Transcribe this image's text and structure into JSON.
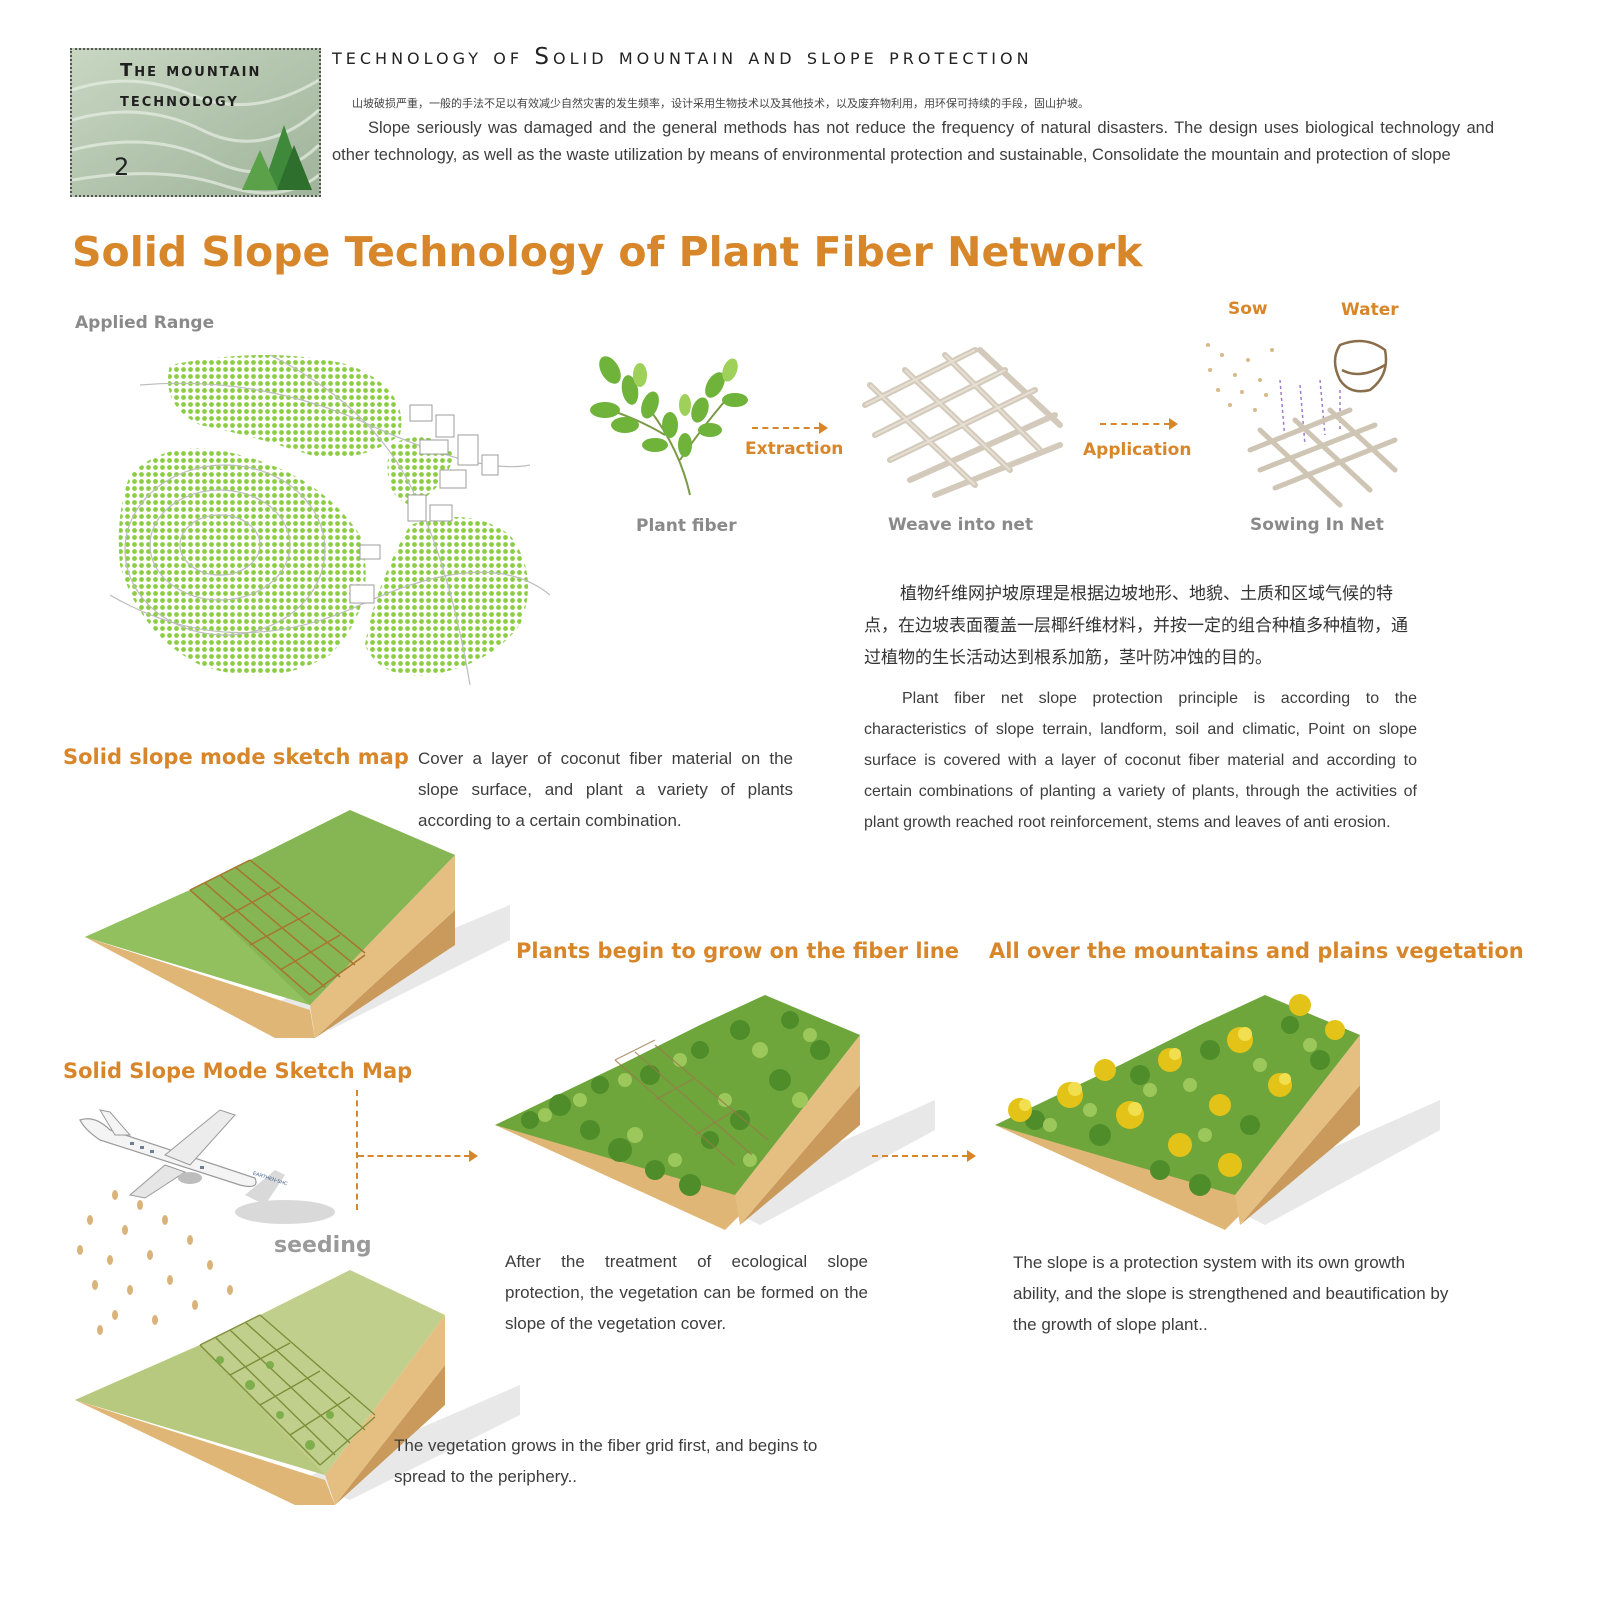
{
  "header": {
    "badge_title_line1": "The mountain",
    "badge_title_line2": "technology",
    "badge_number": "2",
    "main_title": "technology of Solid mountain and slope protection",
    "intro_cn": "山坡破损严重，一般的手法不足以有效减少自然灾害的发生频率，设计采用生物技术以及其他技术，以及废弃物利用，用环保可持续的手段，固山护坡。",
    "intro_en": "Slope seriously was damaged and the general methods has not reduce the frequency of natural disasters. The design uses biological technology and other technology, as well as the waste utilization by means of environmental protection and sustainable, Consolidate the mountain and protection of slope"
  },
  "section_title": "Solid Slope Technology of Plant Fiber Network",
  "applied_range_label": "Applied Range",
  "process": {
    "step1_label": "Plant fiber",
    "step2_label": "Weave into net",
    "step3_label": "Sowing In Net",
    "arrow1_label": "Extraction",
    "arrow2_label": "Application",
    "sow_label": "Sow",
    "water_label": "Water"
  },
  "principle": {
    "cn": "植物纤维网护坡原理是根据边坡地形、地貌、土质和区域气候的特点，在边坡表面覆盖一层椰纤维材料，并按一定的组合种植多种植物，通过植物的生长活动达到根系加筋，茎叶防冲蚀的目的。",
    "en": "Plant fiber net slope protection principle is according to the characteristics of slope terrain, landform, soil and climatic, Point on slope surface is covered with a layer of coconut fiber material and according to certain combinations of planting a variety of plants, through the activities of plant growth reached root reinforcement, stems and leaves of anti erosion."
  },
  "sketch1": {
    "title": "Solid slope mode sketch map",
    "desc": "Cover a layer of coconut fiber material on the slope surface, and plant a variety of plants according to a certain combination."
  },
  "sketch2": {
    "title": "Solid Slope Mode Sketch Map",
    "seeding_label": "seeding",
    "plane_text": "EARTHEN-SHC",
    "desc": "The vegetation grows in the fiber grid first, and begins to spread to the periphery.."
  },
  "stage2": {
    "title": "Plants begin to grow on the fiber line",
    "desc": "After the treatment of ecological slope protection, the vegetation can be formed on the slope of the vegetation cover."
  },
  "stage3": {
    "title": "All over the mountains and plains vegetation",
    "desc": "The slope is a protection system with its own growth ability, and the slope is strengthened and beautification by the growth of slope plant.."
  },
  "colors": {
    "accent": "#d8862a",
    "grass": "#7fb04a",
    "soil": "#e7c38a",
    "map_dots": "#8ccd45"
  }
}
